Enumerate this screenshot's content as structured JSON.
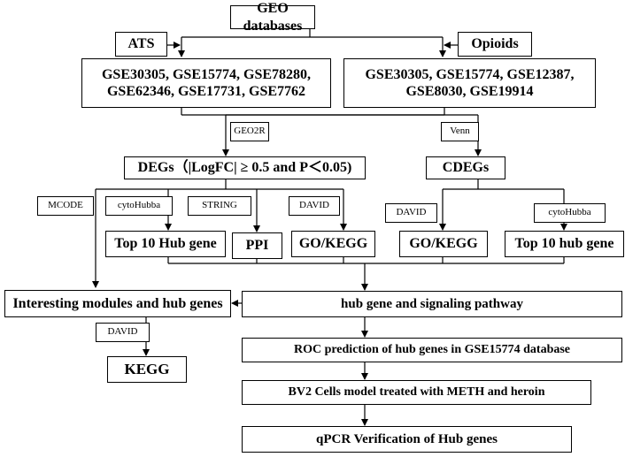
{
  "nodes": {
    "geo": "GEO databases",
    "ats": "ATS",
    "opioids": "Opioids",
    "gse_ats_line1": "GSE30305, GSE15774, GSE78280,",
    "gse_ats_line2": "GSE62346, GSE17731, GSE7762",
    "gse_op_line1": "GSE30305, GSE15774, GSE12387,",
    "gse_op_line2": "GSE8030, GSE19914",
    "geo2r": "GEO2R",
    "venn": "Venn",
    "degs": "DEGs（|LogFC| ≥ 0.5 and P＜0.05)",
    "cdegs": "CDEGs",
    "mcode": "MCODE",
    "cytohubba_left": "cytoHubba",
    "string": "STRING",
    "david_left": "DAVID",
    "david_right": "DAVID",
    "cytohubba_right": "cytoHubba",
    "top10_left": "Top 10 Hub gene",
    "ppi": "PPI",
    "gokegg_left": "GO/KEGG",
    "gokegg_right": "GO/KEGG",
    "top10_right": "Top 10 hub gene",
    "modules": "Interesting modules and hub genes",
    "hub_pathway": "hub gene and signaling pathway",
    "david_bottom": "DAVID",
    "kegg": "KEGG",
    "roc": "ROC prediction of  hub genes in GSE15774 database",
    "bv2": "BV2 Cells model treated with METH and heroin",
    "qpcr": "qPCR Verification of  Hub genes"
  }
}
